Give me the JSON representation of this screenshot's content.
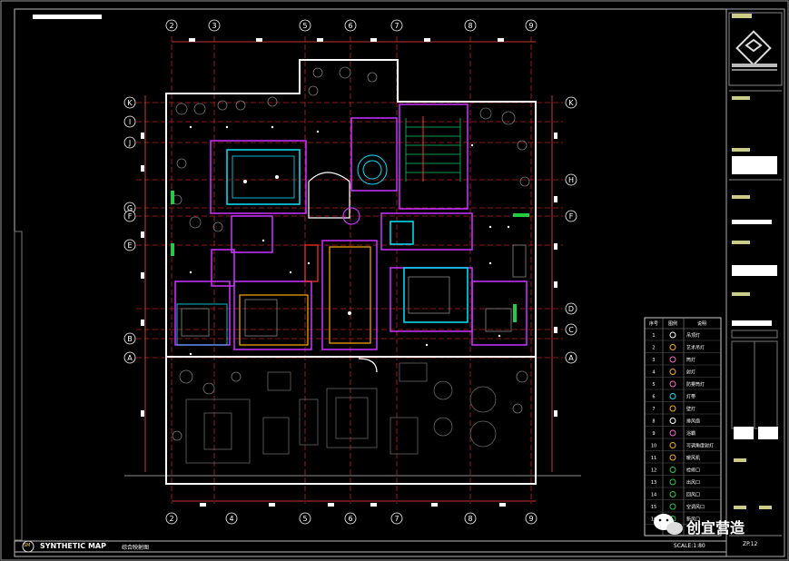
{
  "axes_top": [
    "2",
    "3",
    "5",
    "6",
    "7",
    "8",
    "9"
  ],
  "axes_bottom": [
    "2",
    "4",
    "5",
    "6",
    "7",
    "8",
    "9"
  ],
  "axes_left": [
    "K",
    "I",
    "J",
    "G",
    "F",
    "E",
    "B",
    "A"
  ],
  "axes_right": [
    "K",
    "H",
    "F",
    "D",
    "C",
    "A"
  ],
  "footer": {
    "badge": "SM",
    "title_en": "SYNTHETIC MAP",
    "title_cn": "综合映射图",
    "scale": "SCALE:1:80"
  },
  "title_block": {
    "sheet_no": "ZP.12"
  },
  "watermark": {
    "text": "创宜营造"
  },
  "legend": {
    "headers": [
      "序号",
      "图例",
      "说明"
    ],
    "rows": [
      {
        "no": "1",
        "desc": "吊顶灯"
      },
      {
        "no": "2",
        "desc": "艺术吊灯"
      },
      {
        "no": "3",
        "desc": "筒灯"
      },
      {
        "no": "4",
        "desc": "射灯"
      },
      {
        "no": "5",
        "desc": "防雾筒灯"
      },
      {
        "no": "6",
        "desc": "灯带"
      },
      {
        "no": "7",
        "desc": "壁灯"
      },
      {
        "no": "8",
        "desc": "排风扇"
      },
      {
        "no": "9",
        "desc": "浴霸"
      },
      {
        "no": "10",
        "desc": "可调角度射灯"
      },
      {
        "no": "11",
        "desc": "暖风机"
      },
      {
        "no": "12",
        "desc": "检修口"
      },
      {
        "no": "13",
        "desc": "出风口"
      },
      {
        "no": "14",
        "desc": "回风口"
      },
      {
        "no": "15",
        "desc": "空调风口"
      },
      {
        "no": "16",
        "desc": "新风口"
      }
    ]
  },
  "colors": {
    "wall": "#ffffff",
    "partition": "#cc33ff",
    "cyan": "#00ffff",
    "axis_line": "#cc2222",
    "dimension": "#ff4444",
    "furniture": "#666666",
    "green": "#22cc44",
    "orange": "#ffaa00"
  }
}
